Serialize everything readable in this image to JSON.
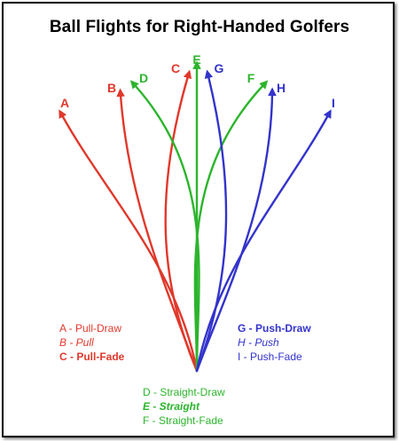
{
  "title": "Ball Flights for Right-Handed Golfers",
  "colors": {
    "red": "#e0382b",
    "green": "#2cb52c",
    "blue": "#3333cc",
    "title": "#000000"
  },
  "flights": [
    {
      "id": "A",
      "color": "red"
    },
    {
      "id": "B",
      "color": "red"
    },
    {
      "id": "C",
      "color": "red"
    },
    {
      "id": "D",
      "color": "green"
    },
    {
      "id": "E",
      "color": "green"
    },
    {
      "id": "F",
      "color": "green"
    },
    {
      "id": "G",
      "color": "blue"
    },
    {
      "id": "H",
      "color": "blue"
    },
    {
      "id": "I",
      "color": "blue"
    }
  ],
  "legend": {
    "left": [
      {
        "text": "A - Pull-Draw",
        "style": "normal",
        "color": "red"
      },
      {
        "text": "B - Pull",
        "style": "italic",
        "color": "red"
      },
      {
        "text": "C - Pull-Fade",
        "style": "bold",
        "color": "red"
      }
    ],
    "right": [
      {
        "text": "G - Push-Draw",
        "style": "bold",
        "color": "blue"
      },
      {
        "text": "H - Push",
        "style": "italic",
        "color": "blue"
      },
      {
        "text": "I - Push-Fade",
        "style": "normal",
        "color": "blue"
      }
    ],
    "center": [
      {
        "text": "D - Straight-Draw",
        "style": "normal",
        "color": "green"
      },
      {
        "text": "E - Straight",
        "style": "bolditalic",
        "color": "green"
      },
      {
        "text": "F - Straight-Fade",
        "style": "normal",
        "color": "green"
      }
    ]
  }
}
